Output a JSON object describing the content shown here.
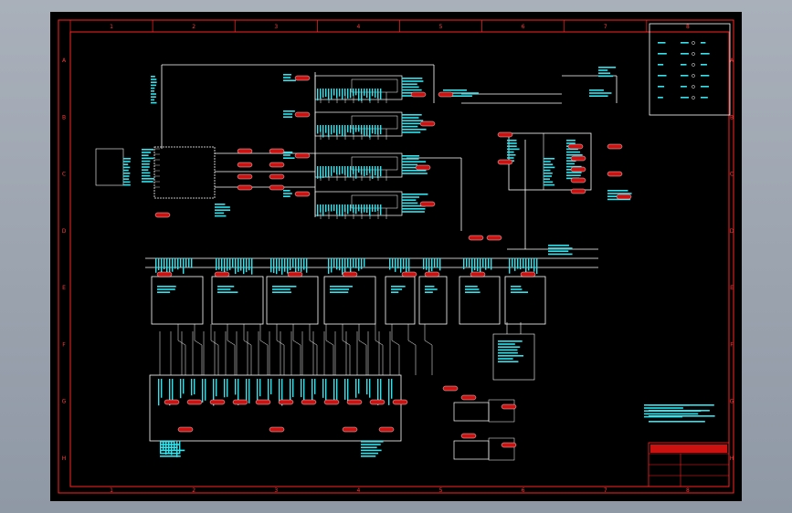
{
  "drawing": {
    "column_labels": [
      "1",
      "2",
      "3",
      "4",
      "5",
      "6",
      "7",
      "8"
    ],
    "row_labels": [
      "A",
      "B",
      "C",
      "D",
      "E",
      "F",
      "G",
      "H"
    ],
    "title_block": {
      "company": "",
      "drawing_no": "",
      "scale": ""
    },
    "colors": {
      "border": "#ff2222",
      "wire": "#ffffff",
      "label": "#2ee6f0",
      "tag": "#cc1111",
      "background": "#000000"
    }
  }
}
